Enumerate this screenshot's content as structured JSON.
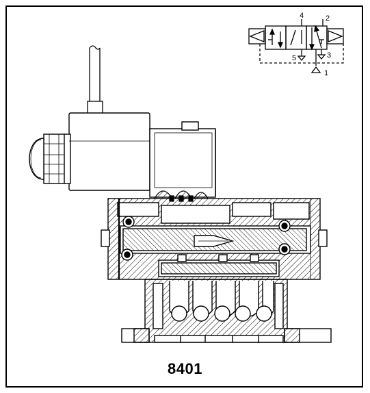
{
  "figure": {
    "model_number": "8401",
    "port_labels": [
      "4",
      "2",
      "5",
      "3",
      "1"
    ]
  }
}
